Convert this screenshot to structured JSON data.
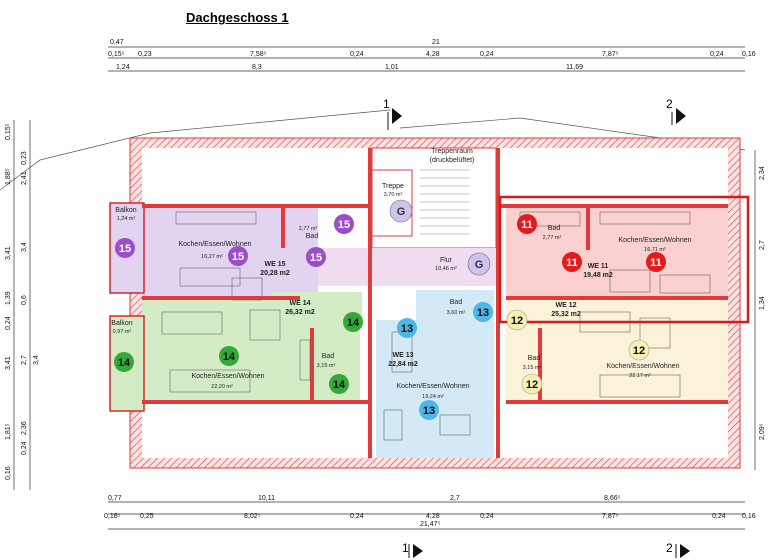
{
  "title": "Dachgeschoss 1",
  "dims_top": {
    "row1": [
      "0,47",
      "21"
    ],
    "row2": [
      "0,15⁵",
      "0,23",
      "7,58⁵",
      "0,24",
      "4,28",
      "0,24",
      "7,87⁵",
      "0,24",
      "0,16"
    ],
    "row3": [
      "1,24",
      "8,3",
      "1,01",
      "11,69"
    ]
  },
  "dims_bottom": {
    "row1": [
      "0,77",
      "10,11",
      "2,7",
      "8,66⁵"
    ],
    "row2": [
      "0,16⁵",
      "0,25",
      "8,02⁵",
      "0,24",
      "4,28",
      "0,24",
      "7,87⁵",
      "0,24",
      "0,16"
    ],
    "row3": [
      "21,47⁵"
    ]
  },
  "dims_left": [
    "0,15⁵",
    "0,23",
    "2,41",
    "1,88⁵",
    "3,41",
    "3,4",
    "1,39",
    "0,6",
    "0,24",
    "3,41",
    "2,7",
    "3,4",
    "1,81⁵",
    "0,24",
    "2,36",
    "0,16"
  ],
  "dims_right": [
    "2,34",
    "2,7",
    "1,34",
    "2,09⁵"
  ],
  "sections": {
    "s1": "1",
    "s2": "2"
  },
  "rooms": {
    "treppenraum": "Treppenraum",
    "treppenraum_sub": "(druckbelüftet)",
    "treppe": "Treppe",
    "treppe_area": "3,70 m²",
    "flur": "Flur",
    "flur_area": "10,46 m²",
    "balkon15": "Balkon",
    "balkon15_area": "1,24 m²",
    "balkon14": "Balkon",
    "balkon14_area": "0,97 m²",
    "kwe15": "Kochen/Essen/Wohnen",
    "kwe15_area": "16,27 m²",
    "bad15": "Bad",
    "bad15_area": "2,77 m²",
    "we15": "WE 15",
    "we15_area": "20,28 m2",
    "we14": "WE 14",
    "we14_area": "26,32 m2",
    "kwe14": "Kochen/Essen/Wohnen",
    "kwe14_area": "22,20 m²",
    "bad14": "Bad",
    "bad14_area": "3,15 m²",
    "bad13": "Bad",
    "bad13_area": "3,60 m²",
    "we13": "WE 13",
    "we13_area": "22,84 m2",
    "kwe13": "Kochen/Essen/Wohnen",
    "kwe13_area": "19,24 m²",
    "bad11": "Bad",
    "bad11_area": "2,77 m²",
    "kwe11": "Kochen/Essen/Wohnen",
    "kwe11_area": "16,71 m²",
    "we11": "WE 11",
    "we11_area": "19,48 m2",
    "we12": "WE 12",
    "we12_area": "25,32 m2",
    "bad12": "Bad",
    "bad12_area": "3,15 m²",
    "kwe12": "Kochen/Essen/Wohnen",
    "kwe12_area": "22,17 m²"
  },
  "markers": {
    "g": "G",
    "n15": "15",
    "n14": "14",
    "n13": "13",
    "n12": "12",
    "n11": "11"
  },
  "colors": {
    "wall": "#e03a3a",
    "we15": "#e2d3f0",
    "we14": "#d4ecc6",
    "we13": "#d3eaf6",
    "we12": "#fbf3d9",
    "we11": "#fbd0d0",
    "flur": "#f0dcef",
    "m15": "#9b4fc6",
    "m14": "#35a83a",
    "m13": "#4fb6e8",
    "m12": "#f8eeb4",
    "m11": "#e21b1b",
    "mg": "#cfc3ee",
    "highlight": "#d71a1a"
  }
}
